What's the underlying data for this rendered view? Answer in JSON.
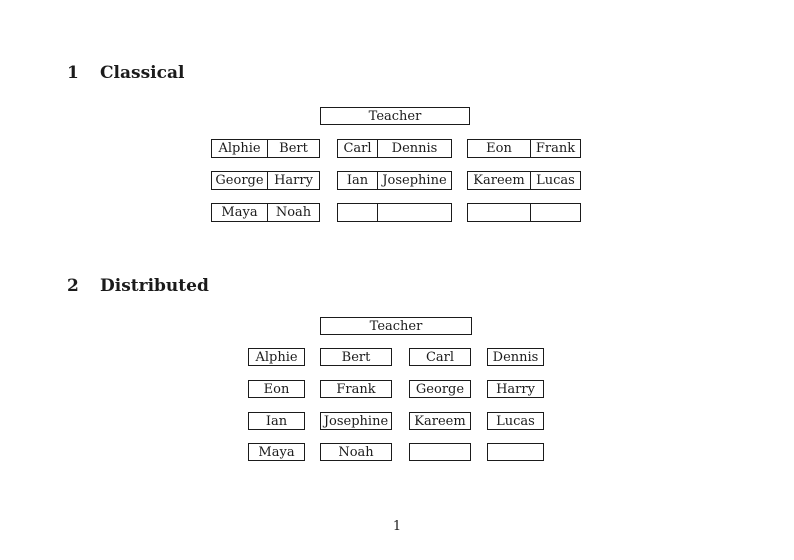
{
  "document": {
    "page_number": "1"
  },
  "colors": {
    "text": "#1b1b1b",
    "border": "#1b1b1b",
    "background": "#ffffff"
  },
  "sections": {
    "classical": {
      "number": "1",
      "title": "Classical",
      "teacher_label": "Teacher",
      "desks": [
        [
          "Alphie",
          "Bert"
        ],
        [
          "Carl",
          "Dennis"
        ],
        [
          "Eon",
          "Frank"
        ],
        [
          "George",
          "Harry"
        ],
        [
          "Ian",
          "Josephine"
        ],
        [
          "Kareem",
          "Lucas"
        ],
        [
          "Maya",
          "Noah"
        ],
        [
          "",
          ""
        ],
        [
          "",
          ""
        ]
      ]
    },
    "distributed": {
      "number": "2",
      "title": "Distributed",
      "teacher_label": "Teacher",
      "seats": [
        "Alphie",
        "Bert",
        "Carl",
        "Dennis",
        "Eon",
        "Frank",
        "George",
        "Harry",
        "Ian",
        "Josephine",
        "Kareem",
        "Lucas",
        "Maya",
        "Noah",
        "",
        ""
      ]
    }
  }
}
